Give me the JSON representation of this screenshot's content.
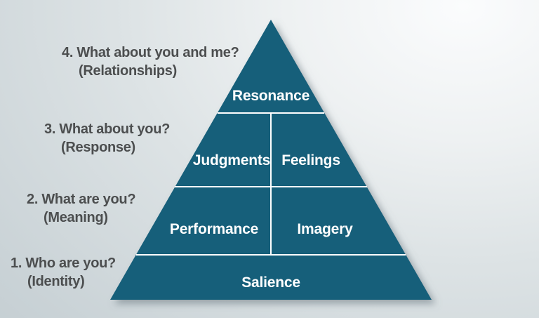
{
  "pyramid": {
    "levels": [
      {
        "question": "4. What about you and me?",
        "stage": "(Relationships)",
        "cells": [
          "Resonance"
        ]
      },
      {
        "question": "3. What about you?",
        "stage": "(Response)",
        "cells": [
          "Judgments",
          "Feelings"
        ]
      },
      {
        "question": "2. What are you?",
        "stage": "(Meaning)",
        "cells": [
          "Performance",
          "Imagery"
        ]
      },
      {
        "question": "1. Who are you?",
        "stage": "(Identity)",
        "cells": [
          "Salience"
        ]
      }
    ]
  },
  "colors": {
    "pyramid_fill": "#175f7a",
    "divider": "#ffffff",
    "cell_text": "#ffffff",
    "stage_label_text": "#4c4e4f",
    "background_light": "#fbfcfd",
    "background_dark": "#b9c4c9"
  }
}
